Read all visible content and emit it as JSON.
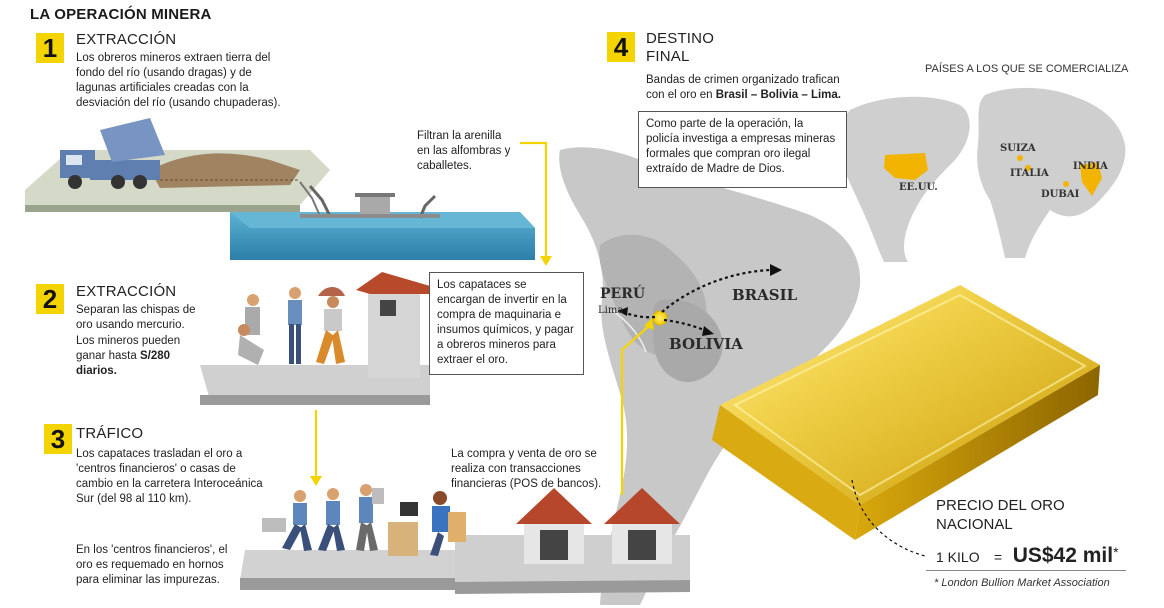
{
  "title": "LA OPERACIÓN MINERA",
  "step1": {
    "number": "1",
    "heading": "EXTRACCIÓN",
    "text": "Los obreros mineros extraen tierra del fondo del río (usando dragas) y de lagunas artificiales creadas con la desviación del río (usando chupaderas).",
    "note": "Filtran la arenilla en las alfombras y caballetes."
  },
  "step2": {
    "number": "2",
    "heading": "EXTRACCIÓN",
    "text": "Separan las chispas de oro usando mercurio.",
    "wage_text": "Los mineros pueden ganar hasta",
    "wage_amount": "S/280 diarios.",
    "box_text": "Los capataces se encargan de invertir en la compra de maquinaria e insumos químicos, y pagar a obreros mineros para extraer el oro."
  },
  "step3": {
    "number": "3",
    "heading": "TRÁFICO",
    "text": "Los capataces trasladan el oro a 'centros financieros' o casas de cambio en la carretera Interoceánica Sur (del 98 al 110 km).",
    "text2": "En los 'centros financieros', el oro es requemado en hornos para eliminar las impurezas.",
    "pos_text": "La compra y venta de oro se realiza con transacciones financieras (POS de bancos)."
  },
  "step4": {
    "number": "4",
    "heading_line1": "DESTINO",
    "heading_line2": "FINAL",
    "text_prefix": "Bandas de crimen organizado trafican con el oro en",
    "text_bold": "Brasil – Bolivia – Lima.",
    "box_text": "Como parte de la operación, la policía investiga a empresas mineras formales que compran oro ilegal extraído de Madre de Dios."
  },
  "map": {
    "peru": "PERÚ",
    "lima": "Lima",
    "brasil": "BRASIL",
    "bolivia": "BOLIVIA"
  },
  "world": {
    "title": "PAÍSES A LOS QUE SE COMERCIALIZA",
    "countries": [
      "EE.UU.",
      "SUIZA",
      "ITALIA",
      "DUBAI",
      "INDIA"
    ]
  },
  "price": {
    "title_line1": "PRECIO DEL ORO",
    "title_line2": "NACIONAL",
    "unit": "1 KILO",
    "equals": "=",
    "value": "US$42 mil",
    "asterisk": "*",
    "footnote": "* London Bullion Market Association"
  },
  "colors": {
    "accent": "#f4d400",
    "water": "#3e93b8",
    "gold": "#e8c11a",
    "map_land": "#c9c9c9"
  }
}
